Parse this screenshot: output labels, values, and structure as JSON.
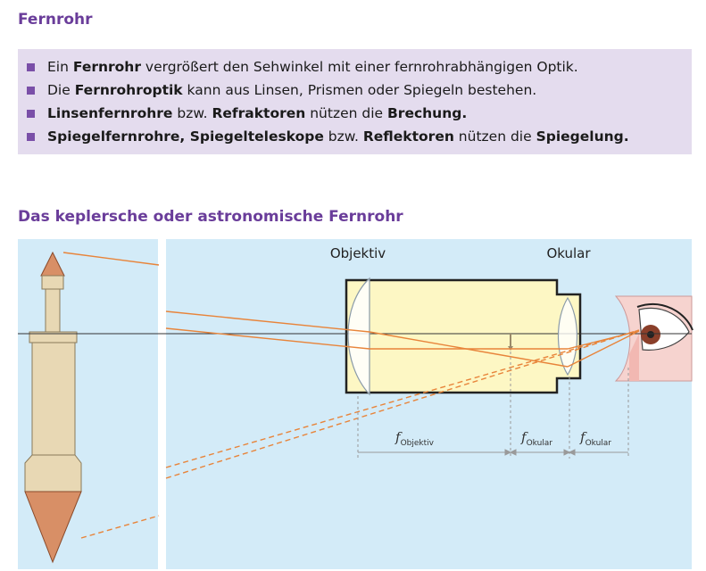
{
  "section_title": "Fernrohr",
  "bullets": [
    [
      {
        "t": "Ein "
      },
      {
        "t": "Fernrohr",
        "b": true
      },
      {
        "t": " vergrößert den Sehwinkel mit einer fernrohrabhängigen Optik."
      }
    ],
    [
      {
        "t": "Die "
      },
      {
        "t": "Fernrohroptik",
        "b": true
      },
      {
        "t": " kann aus Linsen, Prismen oder Spiegeln bestehen."
      }
    ],
    [
      {
        "t": "Linsenfernrohre",
        "b": true
      },
      {
        "t": " bzw. "
      },
      {
        "t": "Refraktoren",
        "b": true
      },
      {
        "t": " nützen die "
      },
      {
        "t": "Brechung.",
        "b": true
      }
    ],
    [
      {
        "t": "Spiegelfernrohre, Spiegelteleskope",
        "b": true
      },
      {
        "t": " bzw. "
      },
      {
        "t": "Reflektoren",
        "b": true
      },
      {
        "t": " nützen die "
      },
      {
        "t": "Spiegelung.",
        "b": true
      }
    ]
  ],
  "diagram": {
    "title": "Das keplersche oder astronomische Fernrohr",
    "objective_label": "Objektiv",
    "eyepiece_label": "Okular",
    "focal_f": "f",
    "focal_objective_sub": "Objektiv",
    "focal_eyepiece_sub": "Okular",
    "colors": {
      "sky": "#d3ebf8",
      "tube": "#fdf7c4",
      "tower": "#e8d8b4",
      "roof": "#d88f66",
      "ray": "#e8843a",
      "skin": "#f6d3cf"
    }
  }
}
